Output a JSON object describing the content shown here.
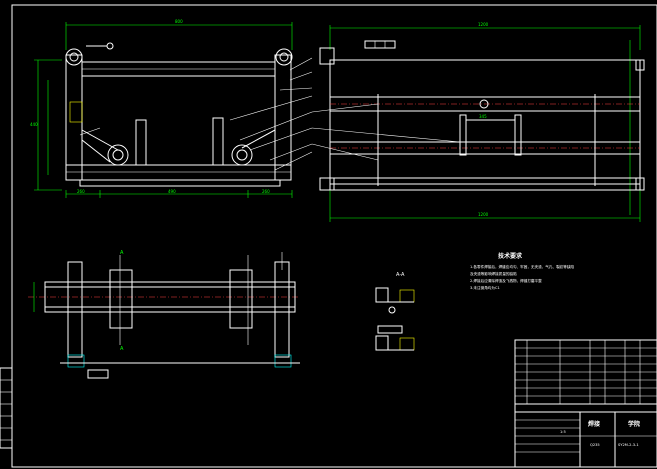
{
  "tech_req": {
    "title": "技术要求",
    "lines": [
      "1.各零件焊接后，焊缝应均匀、牢固，无夹渣、气孔、裂纹等缺陷",
      "及夹渣等影响焊接质量的缺陷",
      "2.焊接后应清除焊渣及飞溅物，焊缝打磨平整",
      "3.未注倒角均为C1"
    ]
  },
  "section_label": "A-A",
  "view_marks": {
    "a_top": "A",
    "a_bottom": "A"
  },
  "title_block": {
    "name": "焊接",
    "drawing_no": "SY2M-2-3-1",
    "school": "学院",
    "material": "Q235",
    "scale": "1:5"
  },
  "dims": {
    "top_width": "800",
    "right_width": "1200",
    "right_bottom": "1200",
    "left_height": "440",
    "bottom_mid": "490",
    "bottom_left": "260",
    "bottom_right": "260",
    "mid_dim": "345"
  }
}
